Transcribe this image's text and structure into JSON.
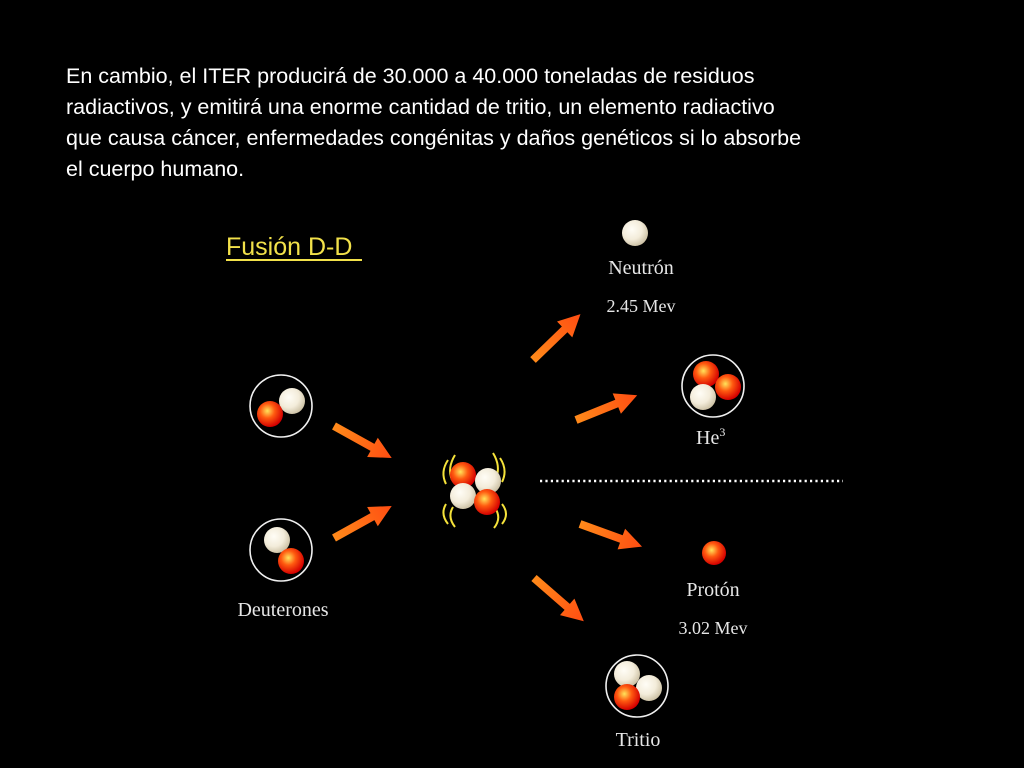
{
  "paragraph": {
    "lines": [
      "En cambio, el  ITER  producirá  de 30.000 a  40.000 toneladas   de  residuos",
      "radiactivos, y emitirá  una enorme  cantidad  de tritio, un  elemento radiactivo",
      "que causa cáncer, enfermedades congénitas y daños genéticos si lo absorbe",
      "el cuerpo humano."
    ]
  },
  "diagram": {
    "title": "Fusión D-D",
    "reactants_label": "Deuterones",
    "neutron": {
      "label": "Neutrón",
      "energy": "2.45 Mev"
    },
    "helium3": {
      "label": "He",
      "superscript": "3"
    },
    "proton": {
      "label": "Protón",
      "energy": "3.02 Mev"
    },
    "tritium": {
      "label": "Tritio"
    }
  },
  "colors": {
    "background": "#000000",
    "text": "#ffffff",
    "title": "#f2e14a",
    "arrow": "#ff6a1a",
    "proton_core": "#ffe35a",
    "proton_mid": "#ff5a10",
    "proton_edge": "#d40000",
    "neutron_light": "#fbf7ec",
    "neutron_shade": "#d8cfb8",
    "ring": "#f0f0f0",
    "burst": "#f5e23a",
    "dots": "#ffffff",
    "label": "#e6e6e6"
  }
}
